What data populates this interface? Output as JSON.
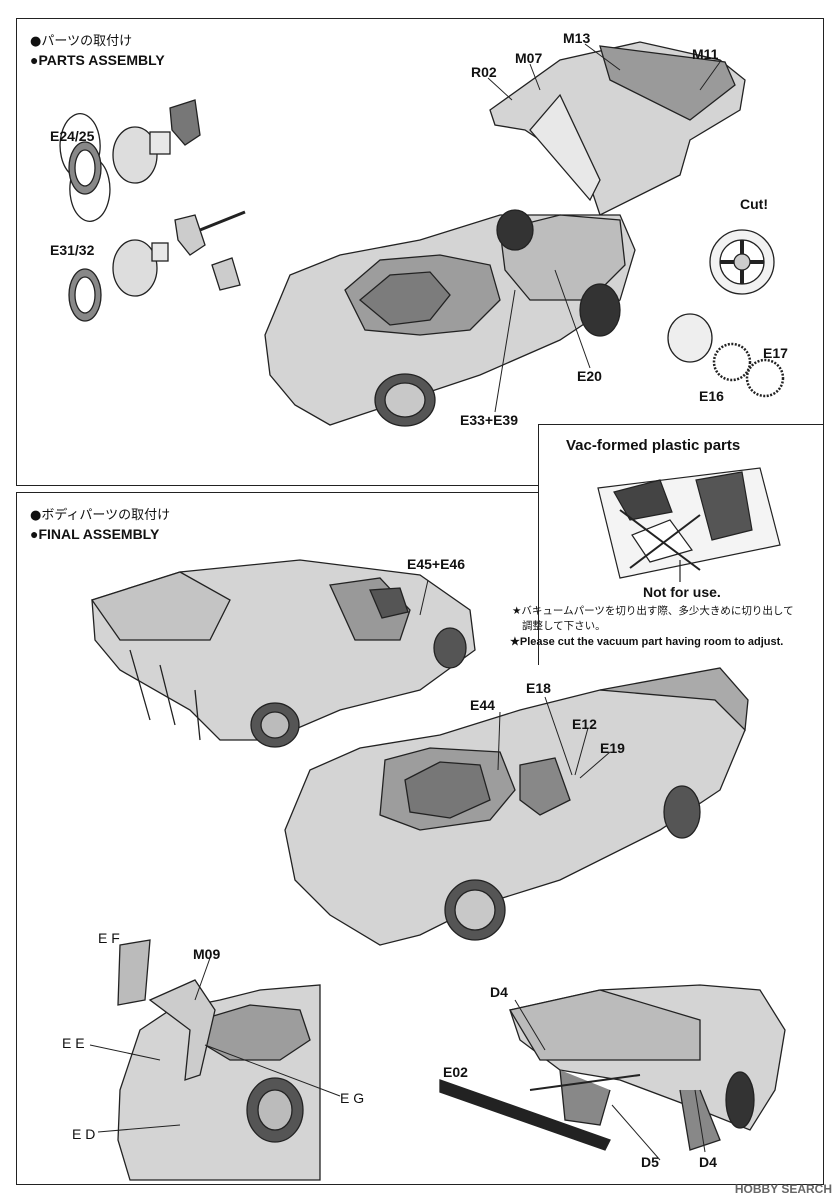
{
  "parts_assembly": {
    "title_jp": "●パーツの取付け",
    "title_en": "●PARTS ASSEMBLY",
    "labels": {
      "r02": "R02",
      "m07": "M07",
      "m13": "M13",
      "m11": "M11",
      "e24_25": "E24/25",
      "e31_32": "E31/32",
      "cut": "Cut!",
      "e17": "E17",
      "e16": "E16",
      "e20": "E20",
      "e33_e39": "E33+E39"
    }
  },
  "vac_formed": {
    "title": "Vac-formed plastic parts",
    "not_for_use": "Not for use.",
    "note_jp_1": "★バキュームパーツを切り出す際、多少大きめに切り出して",
    "note_jp_2": "調整して下さい。",
    "note_en": "★Please cut the vacuum part having room to adjust."
  },
  "final_assembly": {
    "title_jp": "●ボディパーツの取付け",
    "title_en": "●FINAL ASSEMBLY",
    "labels": {
      "e45_e46": "E45+E46",
      "e18": "E18",
      "e44": "E44",
      "e12": "E12",
      "e19": "E19",
      "ef": "E F",
      "m09": "M09",
      "ee": "E E",
      "eg": "E G",
      "ed": "E D",
      "d4_top": "D4",
      "e02": "E02",
      "d5": "D5",
      "d4_bottom": "D4"
    }
  },
  "watermark": "HOBBY SEARCH"
}
